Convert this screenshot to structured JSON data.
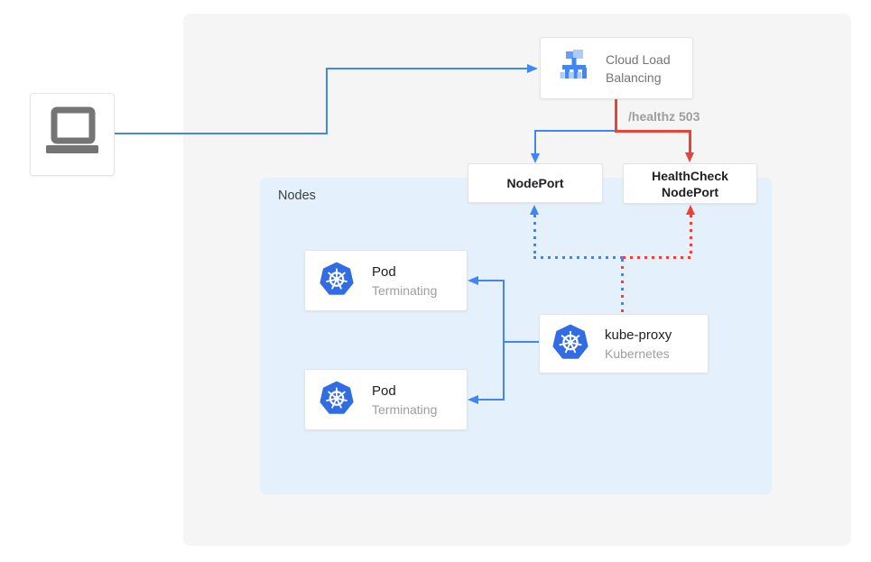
{
  "diagram": {
    "nodes_region": {
      "label": "Nodes"
    },
    "healthz_label": "/healthz 503",
    "cloud_load_balancing": {
      "title": "Cloud Load Balancing",
      "icon": "cloud-load-balancing-icon"
    },
    "nodeport": {
      "label": "NodePort"
    },
    "healthcheck_nodeport": {
      "line1": "HealthCheck",
      "line2": "NodePort"
    },
    "pods": [
      {
        "title": "Pod",
        "subtitle": "Terminating",
        "icon": "kubernetes-icon"
      },
      {
        "title": "Pod",
        "subtitle": "Terminating",
        "icon": "kubernetes-icon"
      }
    ],
    "kube_proxy": {
      "title": "kube-proxy",
      "subtitle": "Kubernetes",
      "icon": "kubernetes-icon"
    },
    "client": {
      "icon": "laptop-icon"
    },
    "colors": {
      "traffic_blue": "#4285F4",
      "healthcheck_red": "#EA4335",
      "nodes_region_bg": "#E4F1FC",
      "panel_bg": "#F5F5F5",
      "kubernetes_blue": "#326CE5",
      "muted_text": "#9E9E9E"
    }
  }
}
